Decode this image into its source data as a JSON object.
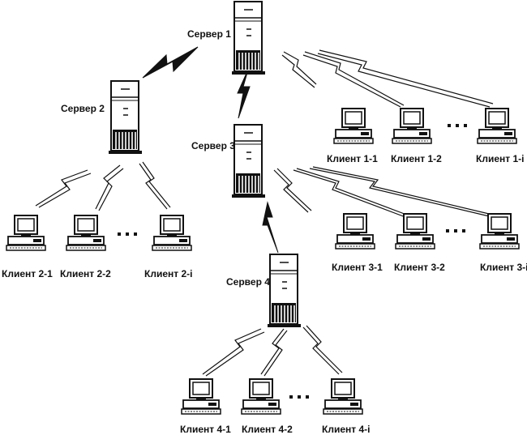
{
  "servers": {
    "s1": {
      "label": "Сервер 1"
    },
    "s2": {
      "label": "Сервер 2"
    },
    "s3": {
      "label": "Сервер 3"
    },
    "s4": {
      "label": "Сервер 4"
    }
  },
  "clients": {
    "c1_1": "Клиент 1-1",
    "c1_2": "Клиент 1-2",
    "c1_i": "Клиент 1-i",
    "c2_1": "Клиент 2-1",
    "c2_2": "Клиент 2-2",
    "c2_i": "Клиент 2-i",
    "c3_1": "Клиент 3-1",
    "c3_2": "Клиент 3-2",
    "c3_i": "Клиент 3-i",
    "c4_1": "Клиент 4-1",
    "c4_2": "Клиент 4-2",
    "c4_i": "Клиент 4-i"
  },
  "links": {
    "server_to_server": "solid-lightning",
    "server_to_client": "outline-lightning"
  }
}
